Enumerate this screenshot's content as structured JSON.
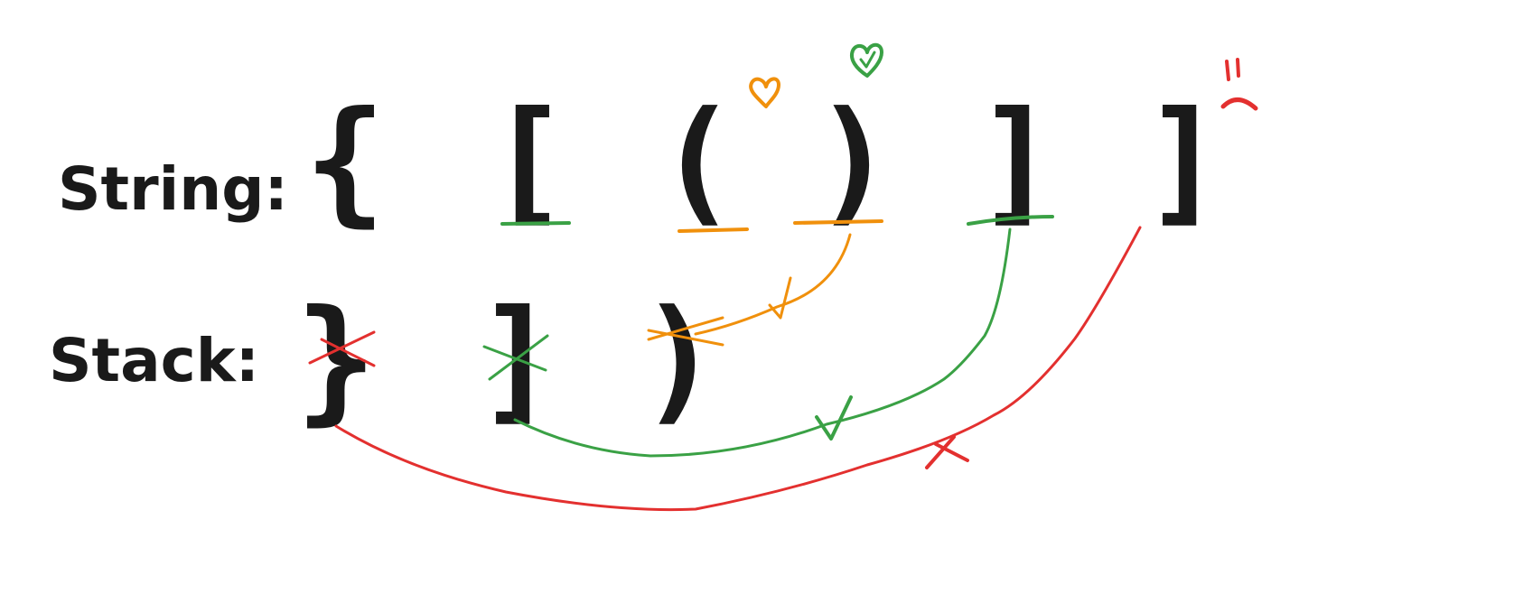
{
  "labels": {
    "string": "String:",
    "stack": "Stack:"
  },
  "string_chars": [
    "{",
    "[",
    "(",
    ")",
    "]",
    "]"
  ],
  "stack_chars": [
    "}",
    "]",
    ")"
  ],
  "colors": {
    "ink": "#1a1a1a",
    "match": "#3aa145",
    "inner": "#f0900c",
    "error": "#e3302f"
  },
  "marks": {
    "string": [
      "none",
      "match",
      "inner",
      "inner",
      "match",
      "none"
    ],
    "stack": [
      "error",
      "match",
      "inner"
    ]
  },
  "icons": [
    "orange-heart-icon",
    "green-heart-check-icon",
    "sad-face-icon",
    "check-icon",
    "cross-icon"
  ]
}
